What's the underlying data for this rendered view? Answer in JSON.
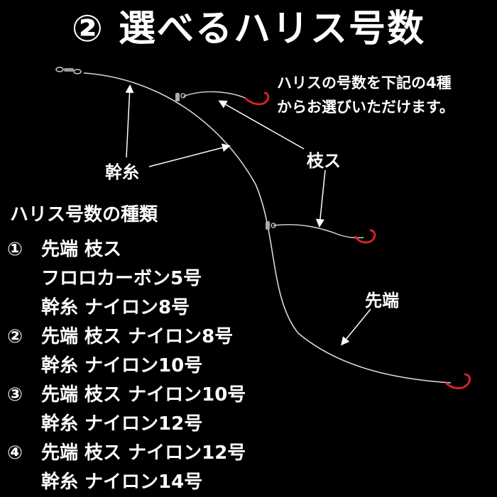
{
  "title": "② 選べるハリス号数",
  "note": [
    "ハリスの号数を下記の4種",
    "からお選びいただけます。"
  ],
  "labels": {
    "mikiito": "幹糸",
    "edasu": "枝ス",
    "sakitan": "先端"
  },
  "types_heading": "ハリス号数の種類",
  "types": [
    {
      "num": "①",
      "lines": [
        "先端 枝ス",
        "フロロカーボン5号",
        "幹糸 ナイロン8号"
      ]
    },
    {
      "num": "②",
      "lines": [
        "先端 枝ス ナイロン8号",
        "幹糸 ナイロン10号"
      ]
    },
    {
      "num": "③",
      "lines": [
        "先端 枝ス ナイロン10号",
        "幹糸 ナイロン12号"
      ]
    },
    {
      "num": "④",
      "lines": [
        "先端 枝ス ナイロン12号",
        "幹糸 ナイロン14号"
      ]
    }
  ],
  "colors": {
    "background": "#000000",
    "text": "#ffffff",
    "hook": "#d8212a",
    "line": "#cfcfcf"
  }
}
